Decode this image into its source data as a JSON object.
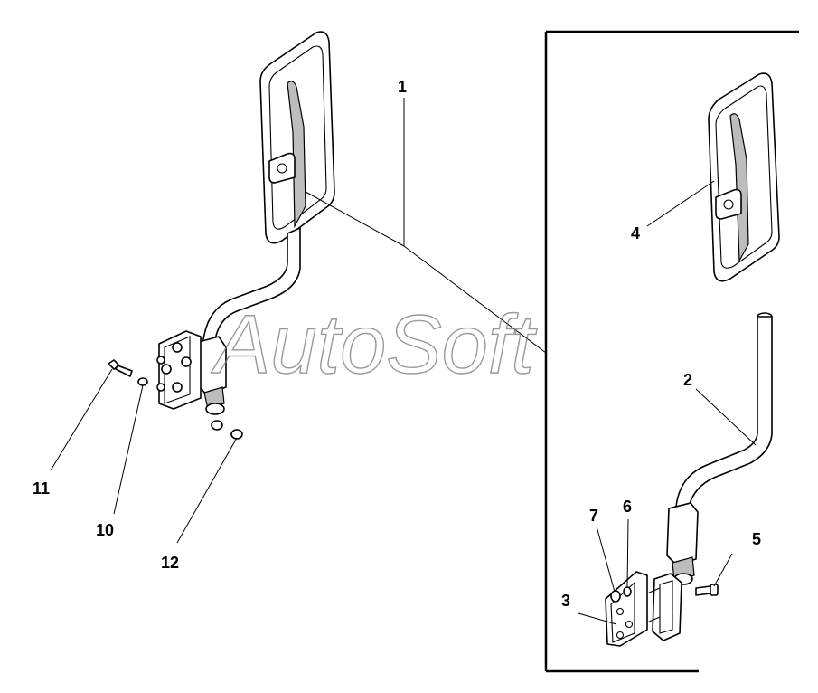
{
  "diagram": {
    "watermark": "AutoSoft",
    "callouts": [
      "1",
      "2",
      "3",
      "4",
      "5",
      "6",
      "7",
      "10",
      "11",
      "12"
    ]
  }
}
